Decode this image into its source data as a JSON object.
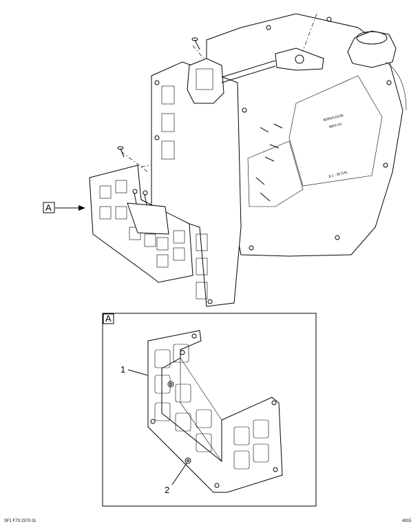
{
  "callouts": {
    "view_a_flag": "A",
    "detail_box_tag": "A",
    "item_1": "1",
    "item_2": "2"
  },
  "panel_markings": {
    "line1": "B09541AC06",
    "line2": "4893-XX",
    "capacity": "8.1 - 35 GAL"
  },
  "footer": {
    "left": "SF1 F73 2370 01",
    "right": "4915"
  }
}
